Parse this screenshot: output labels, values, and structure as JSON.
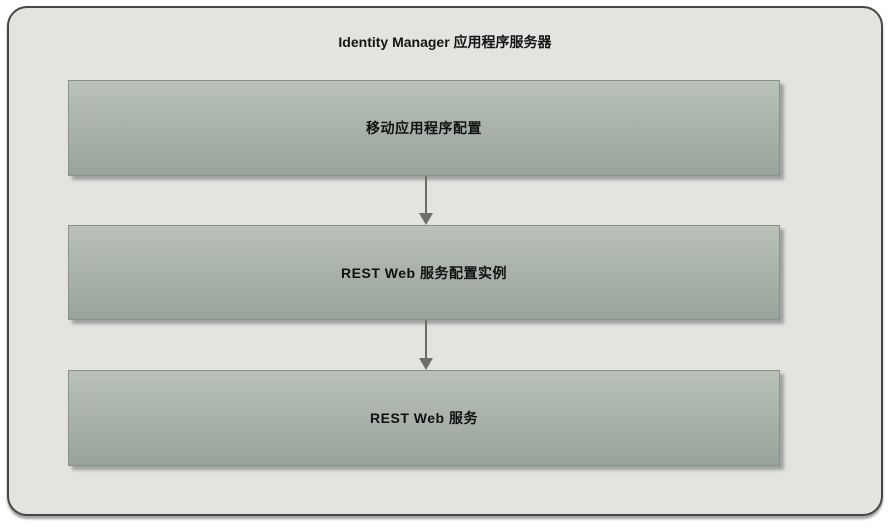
{
  "diagram": {
    "title": "Identity Manager 应用程序服务器",
    "nodes": [
      {
        "label": "移动应用程序配置"
      },
      {
        "label": "REST Web  服务配置实例"
      },
      {
        "label": "REST Web  服务"
      }
    ],
    "arrows": [
      {
        "from": 0,
        "to": 1,
        "direction": "down"
      },
      {
        "from": 1,
        "to": 2,
        "direction": "down"
      }
    ],
    "colors": {
      "container_background": "#e3e3e0",
      "container_border": "#474747",
      "node_gradient_top": "#bac2b9",
      "node_gradient_bottom": "#98a49b",
      "node_border": "#8b9189",
      "arrow": "#6b6f6b",
      "text": "#111111"
    }
  }
}
